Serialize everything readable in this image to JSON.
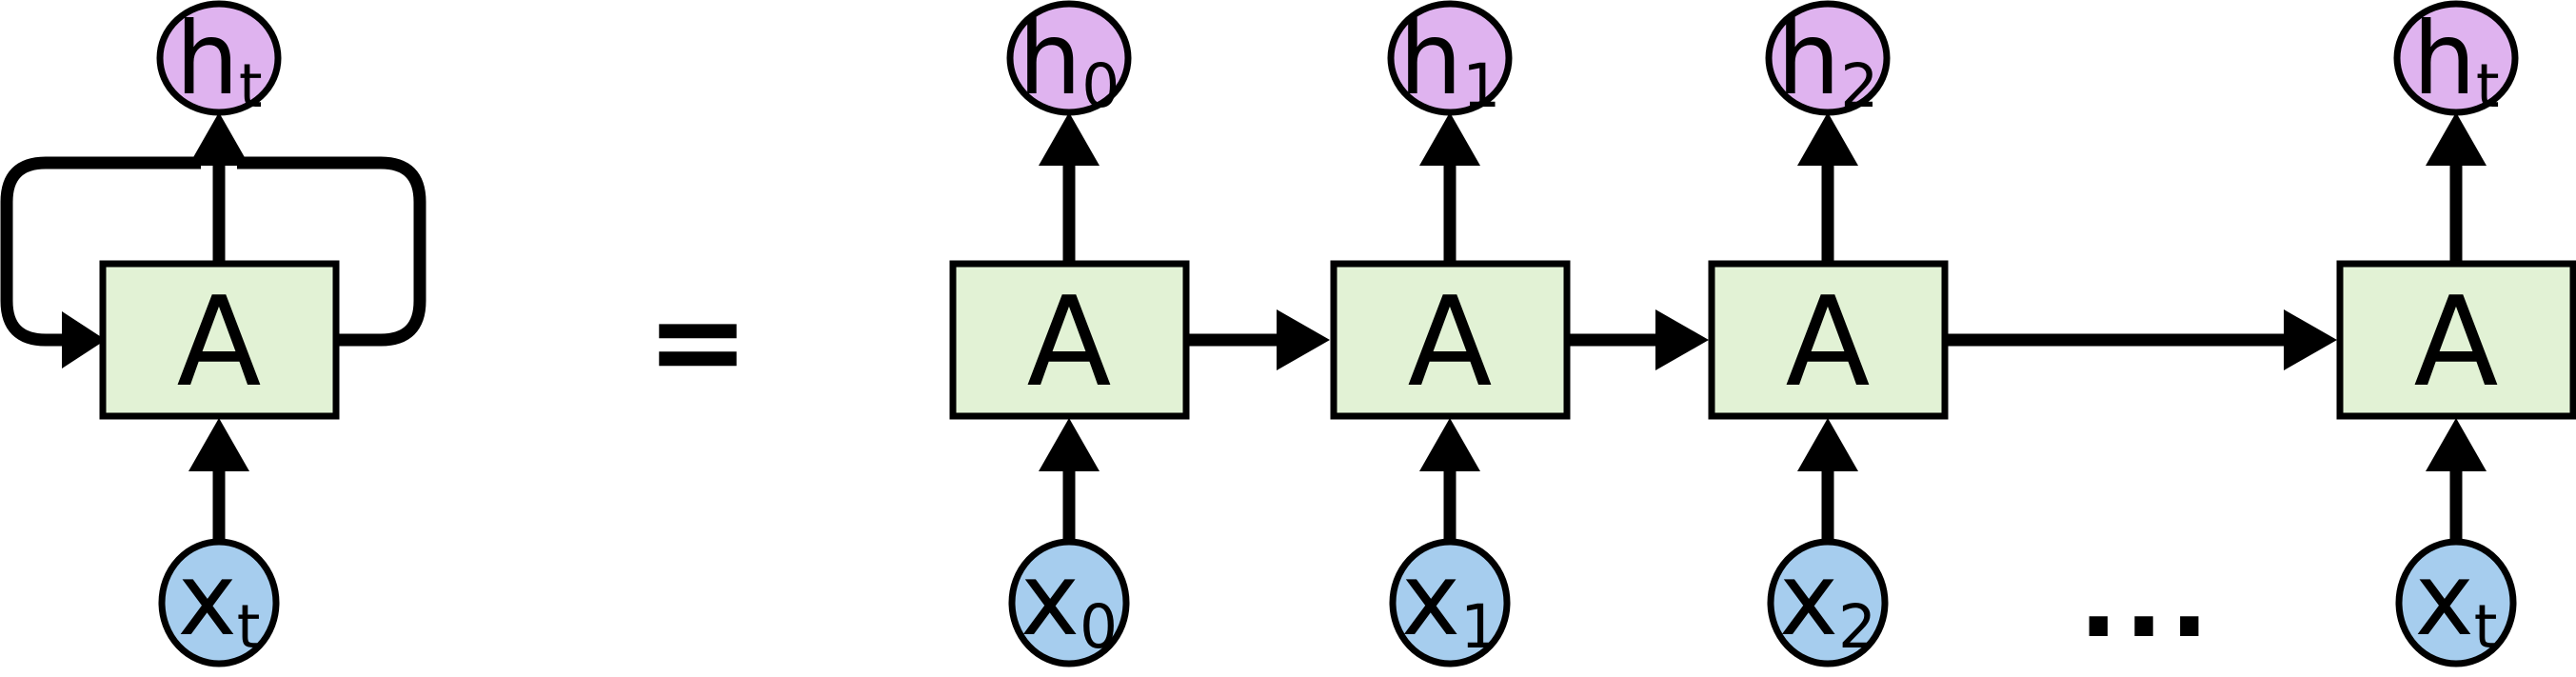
{
  "diagram": {
    "equals_sign": "=",
    "ellipsis": "...",
    "colors": {
      "box_fill": "#e2f2d5",
      "output_fill": "#dfb3ef",
      "input_fill": "#a6cdee",
      "line": "#000000"
    },
    "left_cell": {
      "box_label": "A",
      "output_label": "h",
      "output_sub": "t",
      "input_label": "x",
      "input_sub": "t"
    },
    "cells": [
      {
        "box_label": "A",
        "output_label": "h",
        "output_sub": "0",
        "input_label": "x",
        "input_sub": "0"
      },
      {
        "box_label": "A",
        "output_label": "h",
        "output_sub": "1",
        "input_label": "x",
        "input_sub": "1"
      },
      {
        "box_label": "A",
        "output_label": "h",
        "output_sub": "2",
        "input_label": "x",
        "input_sub": "2"
      },
      {
        "box_label": "A",
        "output_label": "h",
        "output_sub": "t",
        "input_label": "x",
        "input_sub": "t"
      }
    ]
  }
}
